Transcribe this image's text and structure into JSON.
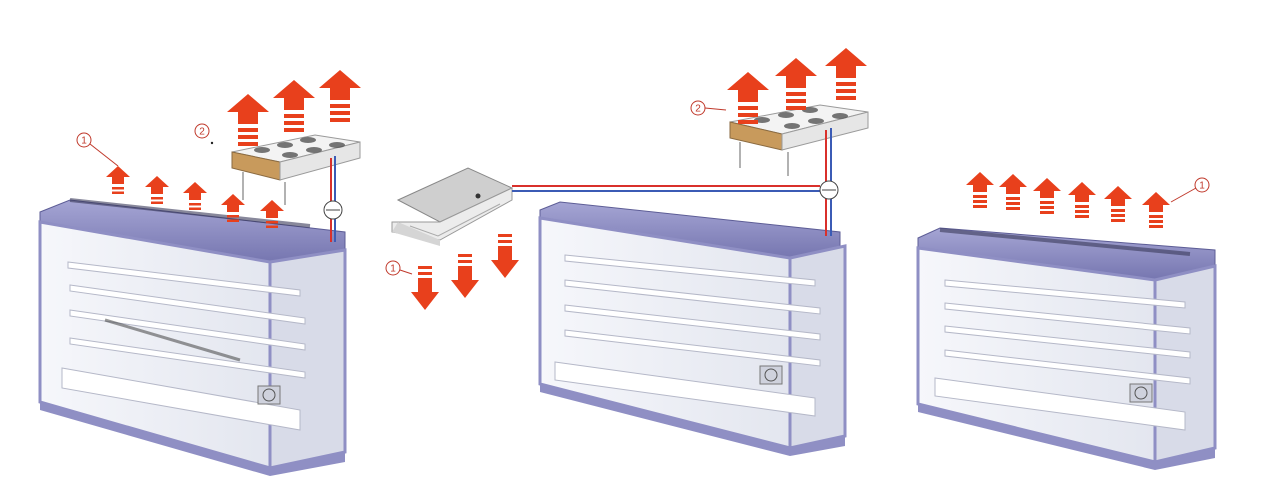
{
  "colors": {
    "arrow": "#e8401c",
    "cabinet_frame": "#8f8fc4",
    "cabinet_frame_dark": "#6c6ca6",
    "glass": "#eef0f6",
    "shelf": "#ffffff",
    "pipe_red": "#d9302b",
    "pipe_blue": "#3b5bb5",
    "callout": "#c0392b",
    "condenser_base": "#c89a5c"
  },
  "callouts": {
    "left_cabinet": "1",
    "left_condenser": "2",
    "cassette_unit": "1",
    "middle_condenser": "2",
    "right_cabinet": "1"
  },
  "icons": {
    "heat_arrow_up": "arrow-up-icon",
    "cold_arrow_down": "arrow-down-icon",
    "expansion_valve": "valve-icon"
  }
}
